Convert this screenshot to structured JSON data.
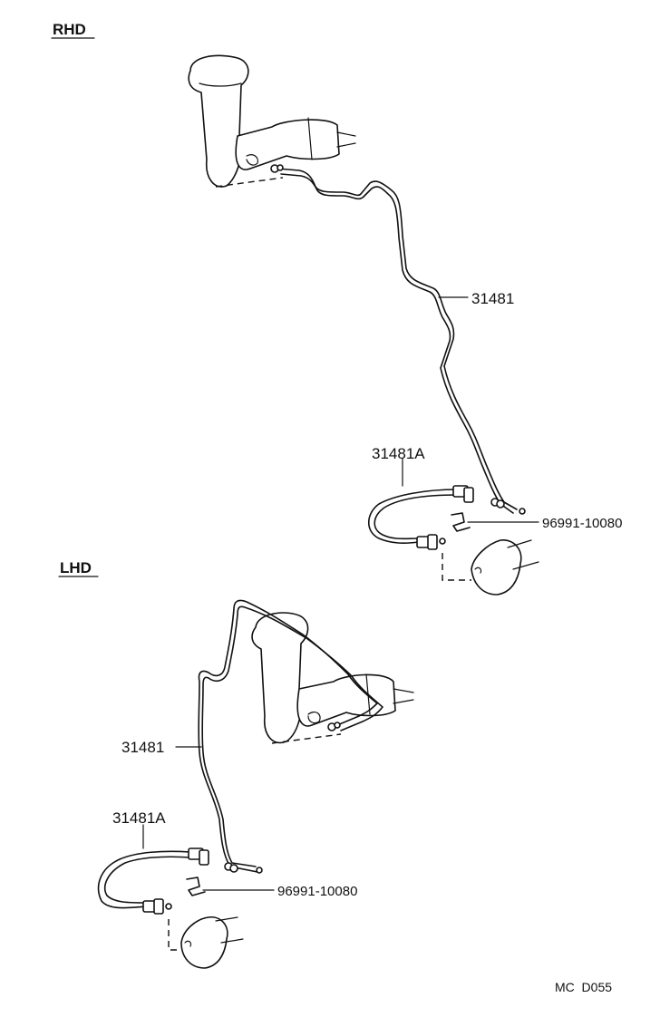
{
  "sections": {
    "rhd": {
      "title": "RHD",
      "labels": {
        "pipe": "31481",
        "hose": "31481A",
        "clip": "96991-10080"
      }
    },
    "lhd": {
      "title": "LHD",
      "labels": {
        "pipe": "31481",
        "hose": "31481A",
        "clip": "96991-10080"
      }
    }
  },
  "footer": {
    "code": "MC  D055"
  }
}
